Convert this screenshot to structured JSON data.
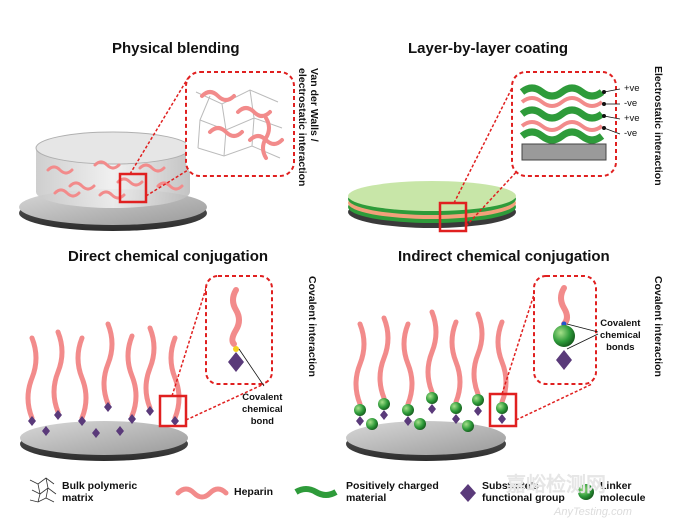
{
  "panels": {
    "physical": {
      "title": "Physical blending",
      "side_label": "Van der Walls /\nelectrostatic interaction"
    },
    "lbl": {
      "title": "Layer-by-layer coating",
      "side_label": "Electrostatic interaction",
      "charges": [
        "+ve",
        "-ve",
        "+ve",
        "-ve"
      ]
    },
    "direct": {
      "title": "Direct chemical conjugation",
      "side_label": "Covalent interaction",
      "callout": "Covalent\nchemical\nbond"
    },
    "indirect": {
      "title": "Indirect chemical conjugation",
      "side_label": "Covalent interaction",
      "callout": "Covalent\nchemical\nbonds"
    }
  },
  "legend": {
    "items": [
      {
        "label": "Bulk polymeric\nmatrix",
        "icon": "mesh-icon"
      },
      {
        "label": "Heparin",
        "icon": "heparin-icon"
      },
      {
        "label": "Positively charged\nmaterial",
        "icon": "green-chain-icon"
      },
      {
        "label": "Substrate's\nfunctional group",
        "icon": "diamond-icon"
      },
      {
        "label": "Linker\nmolecule",
        "icon": "green-sphere-icon"
      }
    ]
  },
  "watermark": {
    "cn": "嘉峪检测网",
    "en": "AnyTesting.com"
  },
  "colors": {
    "heparin": "#f28b8b",
    "bead": "#f5b04a",
    "green": "#2e9b3a",
    "purple": "#5a3a7a",
    "red": "#e02020",
    "disc": "#8a8a8a"
  }
}
